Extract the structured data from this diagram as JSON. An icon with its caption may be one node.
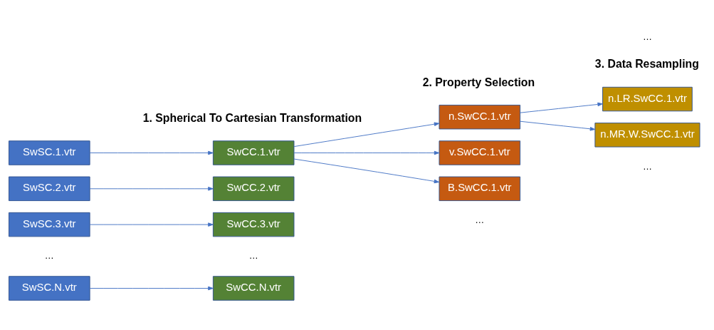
{
  "diagram": {
    "nodes": [
      {
        "text": [
          "SwSC.1.vtr"
        ]
      },
      {
        "text": [
          "SwSC.2.vtr"
        ]
      },
      {
        "text": [
          "SwSC.3.vtr"
        ]
      },
      {
        "text": [
          "SwSC.N.vtr"
        ]
      },
      {
        "text": [
          "SwCC.1.vtr"
        ]
      },
      {
        "text": [
          "SwCC.2.vtr"
        ]
      },
      {
        "text": [
          "SwCC.3.vtr"
        ]
      },
      {
        "text": [
          "SwCC.N.vtr"
        ]
      },
      {
        "text": [
          "n.SwCC.1.vtr"
        ]
      },
      {
        "text": [
          "v.SwCC.1.vtr"
        ]
      },
      {
        "text": [
          "B.SwCC.1.vtr"
        ]
      },
      {
        "text": [
          "n.LR.SwCC.1.vtr"
        ]
      },
      {
        "text": [
          "n.MR.W.SwCC.1.vtr"
        ]
      }
    ],
    "edges": [
      {
        "from": 0,
        "to": 4,
        "arrow": "to"
      },
      {
        "from": 1,
        "to": 5,
        "arrow": "to"
      },
      {
        "from": 2,
        "to": 6,
        "arrow": "to"
      },
      {
        "from": 3,
        "to": 7,
        "arrow": "to"
      },
      {
        "from": 4,
        "to": 8,
        "arrow": "to"
      },
      {
        "from": 4,
        "to": 9,
        "arrow": "to"
      },
      {
        "from": 4,
        "to": 10,
        "arrow": "to"
      },
      {
        "from": 8,
        "to": 11,
        "arrow": "to"
      },
      {
        "from": 8,
        "to": 12,
        "arrow": "to"
      }
    ],
    "labels": [
      "1. Spherical To Cartesian Transformation",
      "2. Property Selection",
      "3. Data Resampling",
      "…",
      "…",
      "…",
      "…",
      "…"
    ]
  }
}
